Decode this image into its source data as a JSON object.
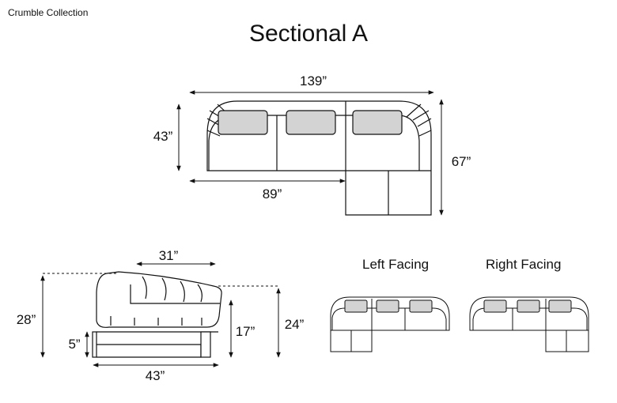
{
  "brand": {
    "collection": "Crumble Collection"
  },
  "title": "Sectional A",
  "top_view": {
    "width_total": "139”",
    "depth_left": "43”",
    "depth_chaise": "67”",
    "width_sofa": "89”"
  },
  "side_view": {
    "seat_depth": "31”",
    "overall_height": "28”",
    "leg_height": "5”",
    "seat_height": "17”",
    "arm_height": "24”",
    "overall_depth": "43”"
  },
  "variants": {
    "left_label": "Left Facing",
    "right_label": "Right Facing"
  },
  "colors": {
    "line": "#111111",
    "cushion_fill": "#d3d3d3",
    "sofa_fill": "#ffffff"
  }
}
